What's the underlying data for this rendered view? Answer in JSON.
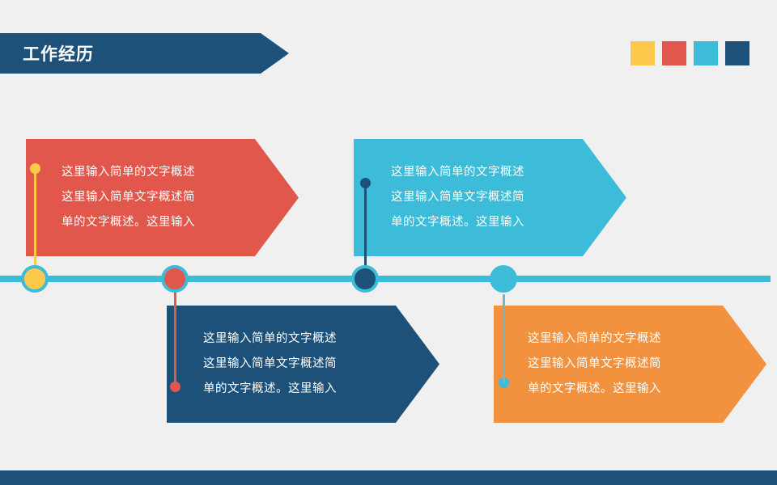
{
  "slide": {
    "background_color": "#f0f0f0",
    "title": "工作经历"
  },
  "header": {
    "banner_color": "#1d5179",
    "title": "工作经历"
  },
  "swatches": [
    {
      "name": "swatch-yellow",
      "color": "#fdc94a"
    },
    {
      "name": "swatch-red",
      "color": "#e2574c"
    },
    {
      "name": "swatch-cyan",
      "color": "#3cbcd8"
    },
    {
      "name": "swatch-navy",
      "color": "#1d5179"
    }
  ],
  "timeline": {
    "line_color": "#3cbcd8",
    "nodes": [
      {
        "name": "node-yellow",
        "color": "#fdc94a",
        "ring_color": "#3cbcd8",
        "position": "above"
      },
      {
        "name": "node-red",
        "color": "#e2574c",
        "ring_color": "#3cbcd8",
        "position": "below"
      },
      {
        "name": "node-navy",
        "color": "#1d5179",
        "ring_color": "#3cbcd8",
        "position": "above"
      },
      {
        "name": "node-cyan",
        "color": "#3cbcd8",
        "ring_color": "#3cbcd8",
        "position": "below"
      }
    ]
  },
  "blocks": [
    {
      "id": "red",
      "color": "#e2574c",
      "position": "above",
      "text": "这里输入简单的文字概述\n这里输入简单文字概述简\n单的文字概述。这里输入"
    },
    {
      "id": "cyan",
      "color": "#3cbcd8",
      "position": "above",
      "text": "这里输入简单的文字概述\n这里输入简单文字概述简\n单的文字概述。这里输入"
    },
    {
      "id": "navy",
      "color": "#1d5179",
      "position": "below",
      "text": "这里输入简单的文字概述\n这里输入简单文字概述简\n单的文字概述。这里输入"
    },
    {
      "id": "orange",
      "color": "#f2923f",
      "position": "below",
      "text": "这里输入简单的文字概述\n这里输入简单文字概述简\n单的文字概述。这里输入"
    }
  ],
  "footer": {
    "bar_color": "#1d5179"
  }
}
